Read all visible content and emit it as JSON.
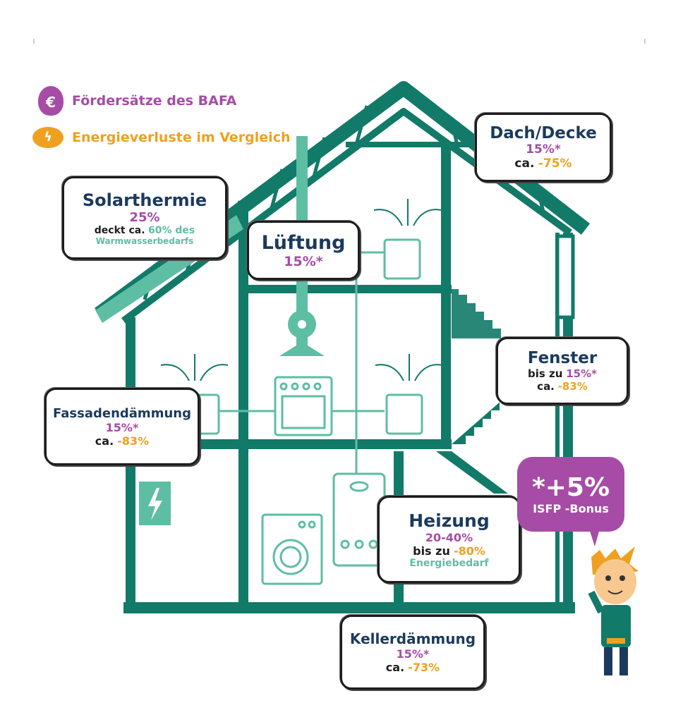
{
  "legend": {
    "bafa_label": "Fördersätze des BAFA",
    "energy_label": "Energieverluste im Vergleich",
    "bafa_icon": "money-bag-euro-icon",
    "energy_icon": "piggy-bank-lightning-icon"
  },
  "boxes": {
    "dach": {
      "title": "Dach/Decke",
      "rate": "15%*",
      "prefix": "ca.",
      "loss": "-75%"
    },
    "solar": {
      "title": "Solarthermie",
      "rate": "25%",
      "line_a": "deckt  ca.",
      "line_b": "60% des",
      "line_c": "Warmwasserbedarfs"
    },
    "lueftung": {
      "title": "Lüftung",
      "rate": "15%*"
    },
    "fenster": {
      "title": "Fenster",
      "rate_prefix": "bis zu",
      "rate": "15%*",
      "prefix": "ca.",
      "loss": "-83%"
    },
    "fassade": {
      "title": "Fassadendämmung",
      "rate": "15%*",
      "prefix": "ca.",
      "loss": "-83%"
    },
    "heizung": {
      "title": "Heizung",
      "rate": "20-40%",
      "prefix": "bis zu",
      "loss": "-80%",
      "note": "Energiebedarf"
    },
    "keller": {
      "title": "Kellerdämmung",
      "rate": "15%*",
      "prefix": "ca.",
      "loss": "-73%"
    }
  },
  "bonus": {
    "value": "*+5%",
    "label": "ISFP -Bonus"
  },
  "colors": {
    "house_green": "#127a68",
    "mint": "#5dbea3",
    "purple": "#a64ca6",
    "orange": "#f0a020",
    "navy": "#1b3a5c"
  }
}
